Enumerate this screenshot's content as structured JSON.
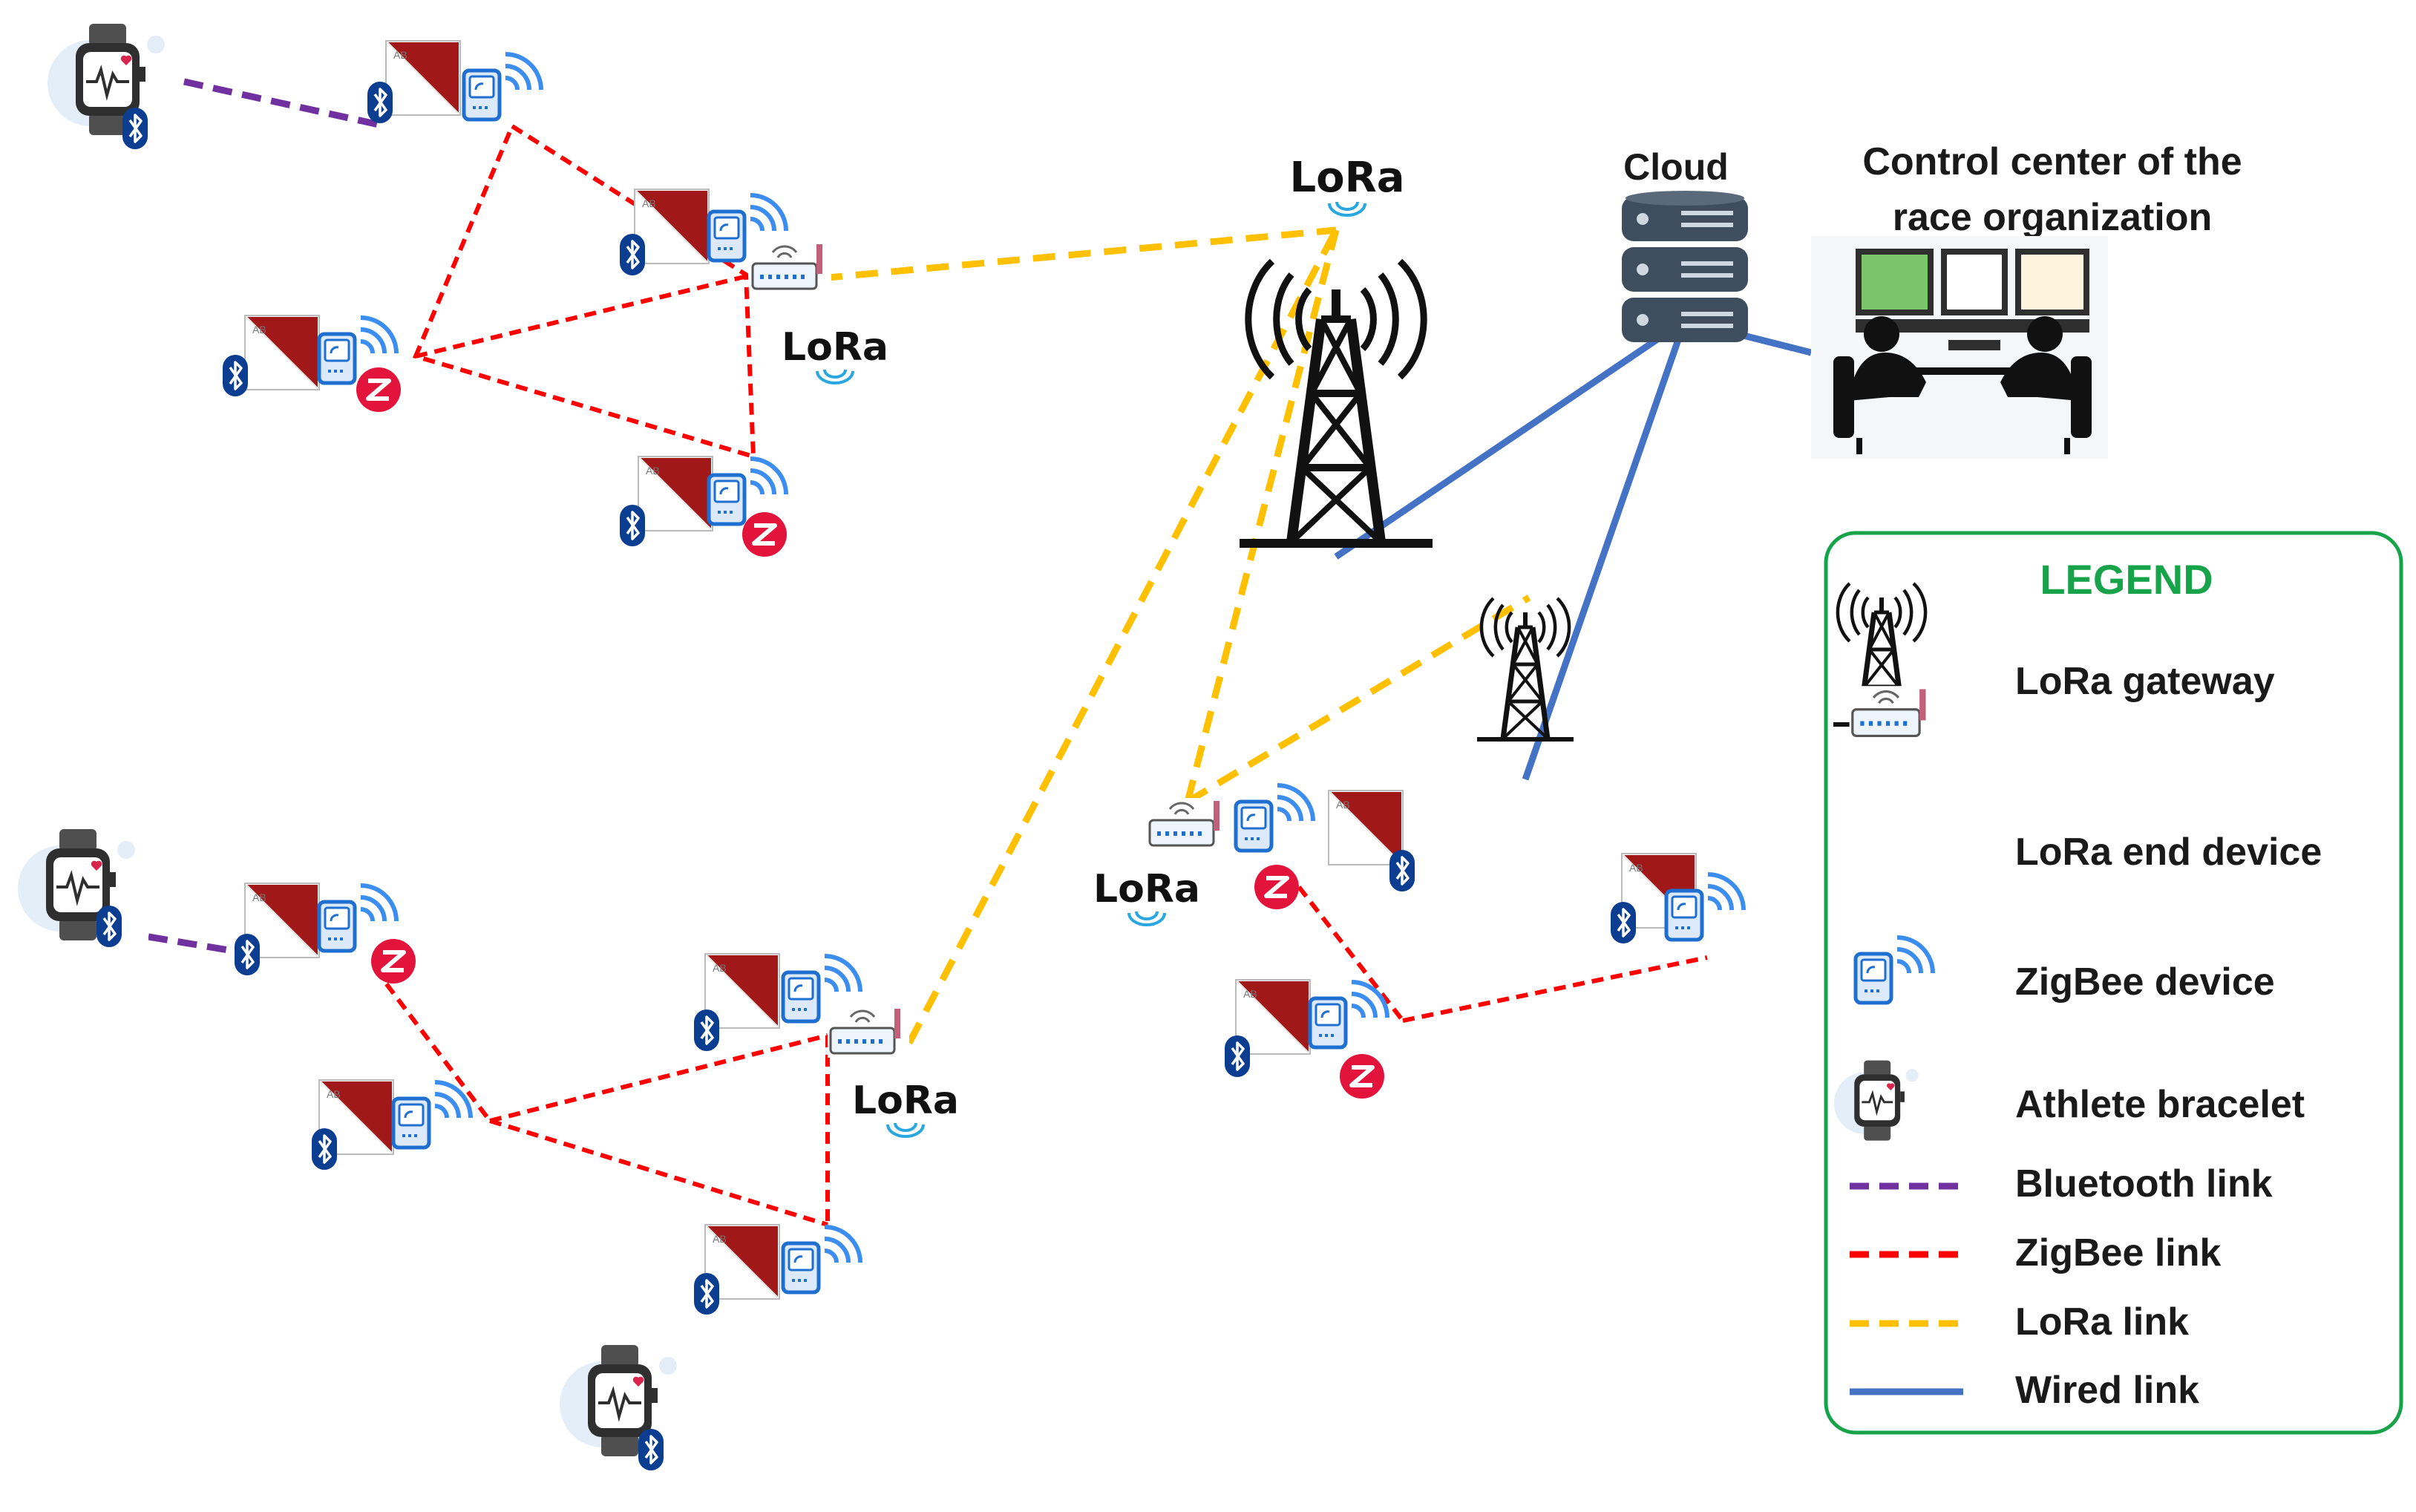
{
  "labels": {
    "cloud": "Cloud",
    "control_center_line1": "Control center of the",
    "control_center_line2": "race organization",
    "lora": "LoRa"
  },
  "legend": {
    "title": "LEGEND",
    "items": [
      {
        "label": "LoRa gateway",
        "icon": "lora-gateway-icon"
      },
      {
        "label": "LoRa end device",
        "icon": "lora-end-device-icon"
      },
      {
        "label": "ZigBee device",
        "icon": "zigbee-device-icon"
      },
      {
        "label": "Athlete bracelet",
        "icon": "athlete-bracelet-icon"
      },
      {
        "label": "Bluetooth  link",
        "icon": "bluetooth-link-line",
        "color": "#7030a0"
      },
      {
        "label": "ZigBee link",
        "icon": "zigbee-link-line",
        "color": "#ff0000"
      },
      {
        "label": "LoRa link",
        "icon": "lora-link-line",
        "color": "#ffc000"
      },
      {
        "label": "Wired link",
        "icon": "wired-link-line",
        "color": "#4472c4"
      }
    ]
  },
  "colors": {
    "bluetooth_link": "#7030a0",
    "zigbee_link": "#ff0000",
    "lora_link": "#ffc000",
    "wired_link": "#4472c4",
    "legend_border": "#17a34a",
    "checkpoint_red": "#a01818",
    "zigbee_blue": "#1f6fd1",
    "bluetooth_blue": "#0b3d91"
  }
}
